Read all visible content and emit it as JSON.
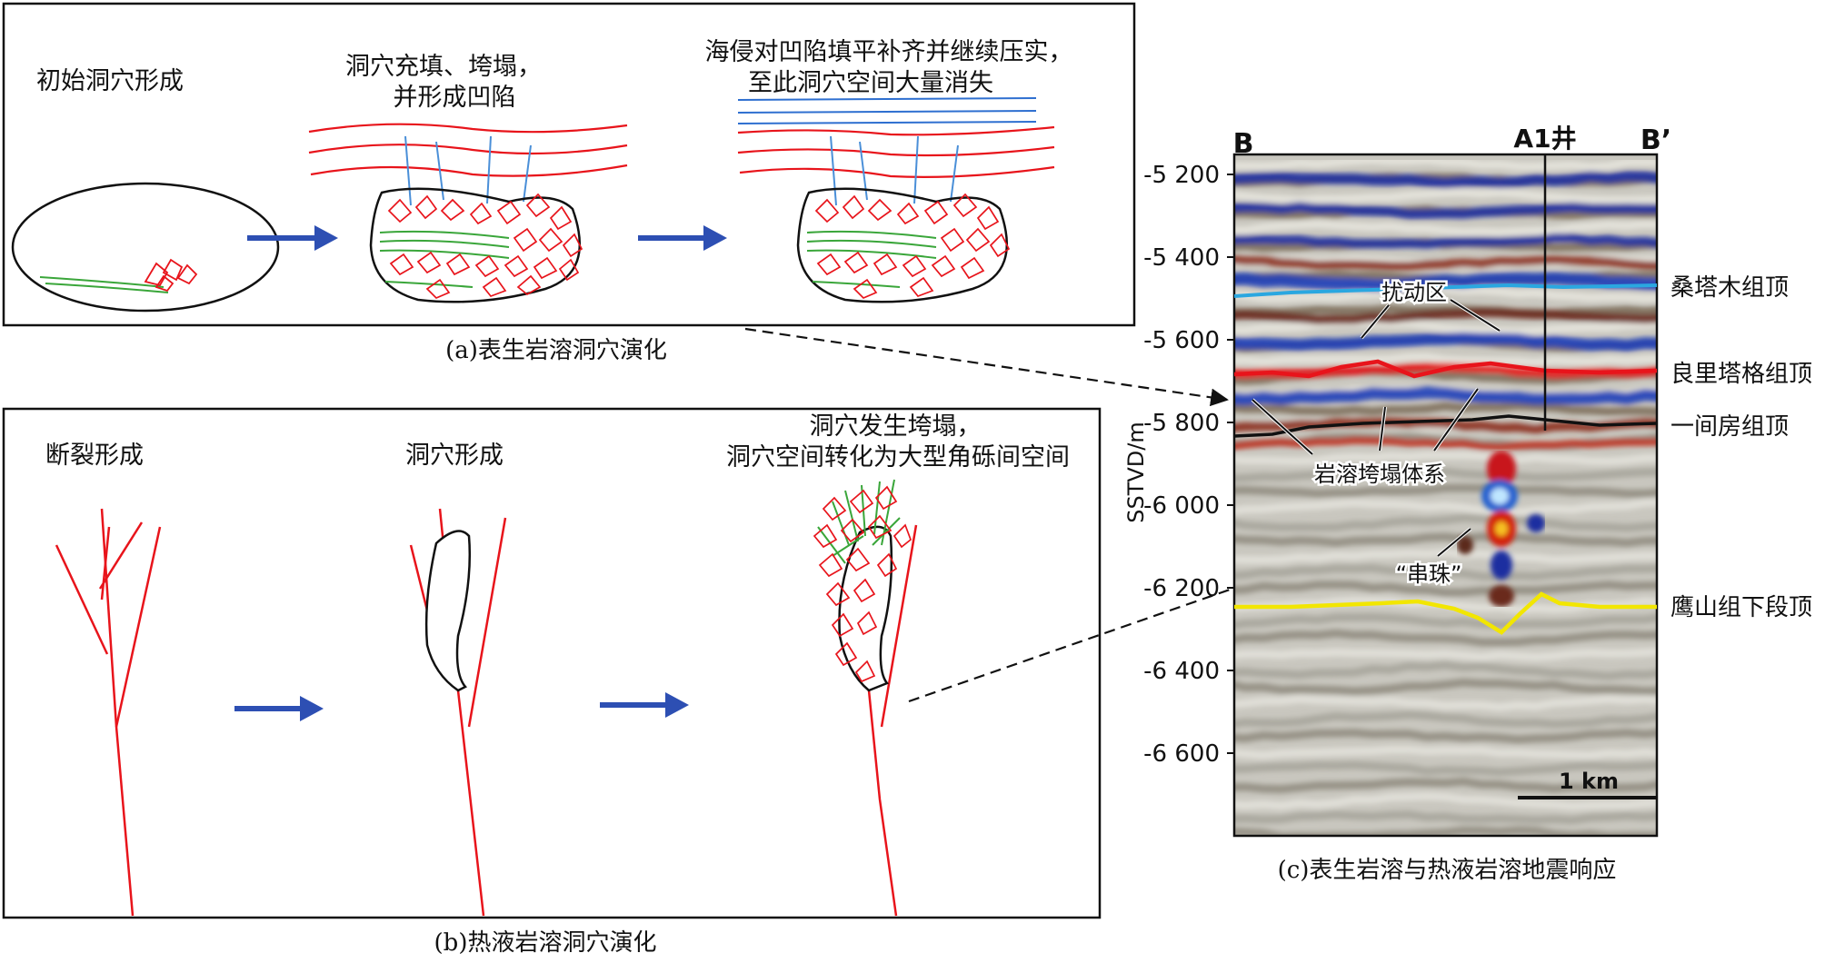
{
  "panel_a": {
    "step1": "初始洞穴形成",
    "step2_line1": "洞穴充填、垮塌，",
    "step2_line2": "并形成凹陷",
    "step3_line1": "海侵对凹陷填平补齐并继续压实，",
    "step3_line2": "至此洞穴空间大量消失",
    "caption": "(a)表生岩溶洞穴演化"
  },
  "panel_b": {
    "step1": "断裂形成",
    "step2": "洞穴形成",
    "step3_line1": "洞穴发生垮塌，",
    "step3_line2": "洞穴空间转化为大型角砾间空间",
    "caption": "(b)热液岩溶洞穴演化"
  },
  "panel_c": {
    "left_label": "B",
    "right_label": "B’",
    "well_label": "A1井",
    "y_axis_label": "SSTVD/m",
    "y_ticks": [
      "-5 200",
      "-5 400",
      "-5 600",
      "-5 800",
      "-6 000",
      "-6 200",
      "-6 400",
      "-6 600"
    ],
    "horizons": [
      {
        "name": "桑塔木组顶",
        "color": "#2aa7e0"
      },
      {
        "name": "良里塔格组顶",
        "color": "#e8141b"
      },
      {
        "name": "一间房组顶",
        "color": "#111111"
      },
      {
        "name": "鹰山组下段顶",
        "color": "#f2e600"
      }
    ],
    "annotation_disturbed": "扰动区",
    "annotation_collapse": "岩溶垮塌体系",
    "annotation_beads": "“串珠”",
    "scale_label": "1 km",
    "caption": "(c)表生岩溶与热液岩溶地震响应"
  },
  "colors": {
    "fracture": "#e8141b",
    "arrow": "#2d4fb3",
    "strata": "#e8141b",
    "sea": "#2e6fd0",
    "infill": "#3aa63a"
  }
}
